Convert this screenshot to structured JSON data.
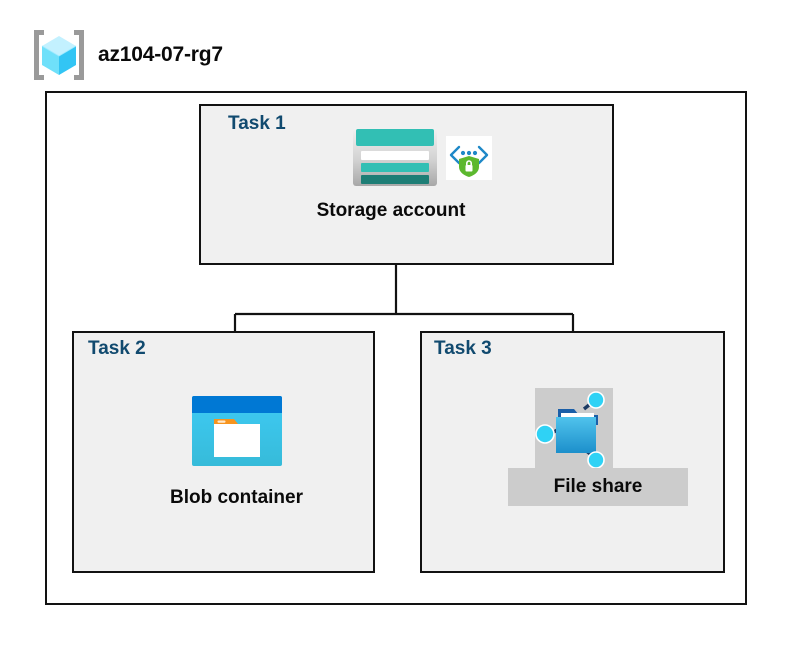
{
  "diagram": {
    "type": "azure-architecture",
    "resource_group": {
      "name": "az104-07-rg7",
      "icon": "resource-group-cube-icon"
    },
    "tasks": [
      {
        "id": "task1",
        "label": "Task 1",
        "node_label": "Storage account",
        "icons": [
          "storage-account-icon",
          "secure-transfer-shield-icon"
        ],
        "highlighted": false
      },
      {
        "id": "task2",
        "label": "Task 2",
        "node_label": "Blob container",
        "icons": [
          "blob-container-icon"
        ],
        "highlighted": false
      },
      {
        "id": "task3",
        "label": "Task 3",
        "node_label": "File share",
        "icons": [
          "file-share-icon"
        ],
        "highlighted": true
      }
    ],
    "connections": [
      {
        "from": "task1",
        "to": "task2"
      },
      {
        "from": "task1",
        "to": "task3"
      }
    ],
    "colors": {
      "task_label": "#114A6F",
      "node_label": "#0A0A0A",
      "box_border": "#121212",
      "box_fill": "#F0F0F0",
      "outer_fill": "#FFFFFF",
      "highlight_fill": "#CCCCCC",
      "storage_teal": "#32BFB4",
      "storage_teal_dark": "#1E7E76",
      "blob_blue": "#0078D4",
      "blob_cyan": "#32C5F4",
      "blob_orange": "#F7941E",
      "fileshare_blue": "#2FA9E0",
      "shield_green": "#5CB82E",
      "cube_cyan": "#50E6FF",
      "bracket_gray": "#9A9A9A"
    }
  }
}
